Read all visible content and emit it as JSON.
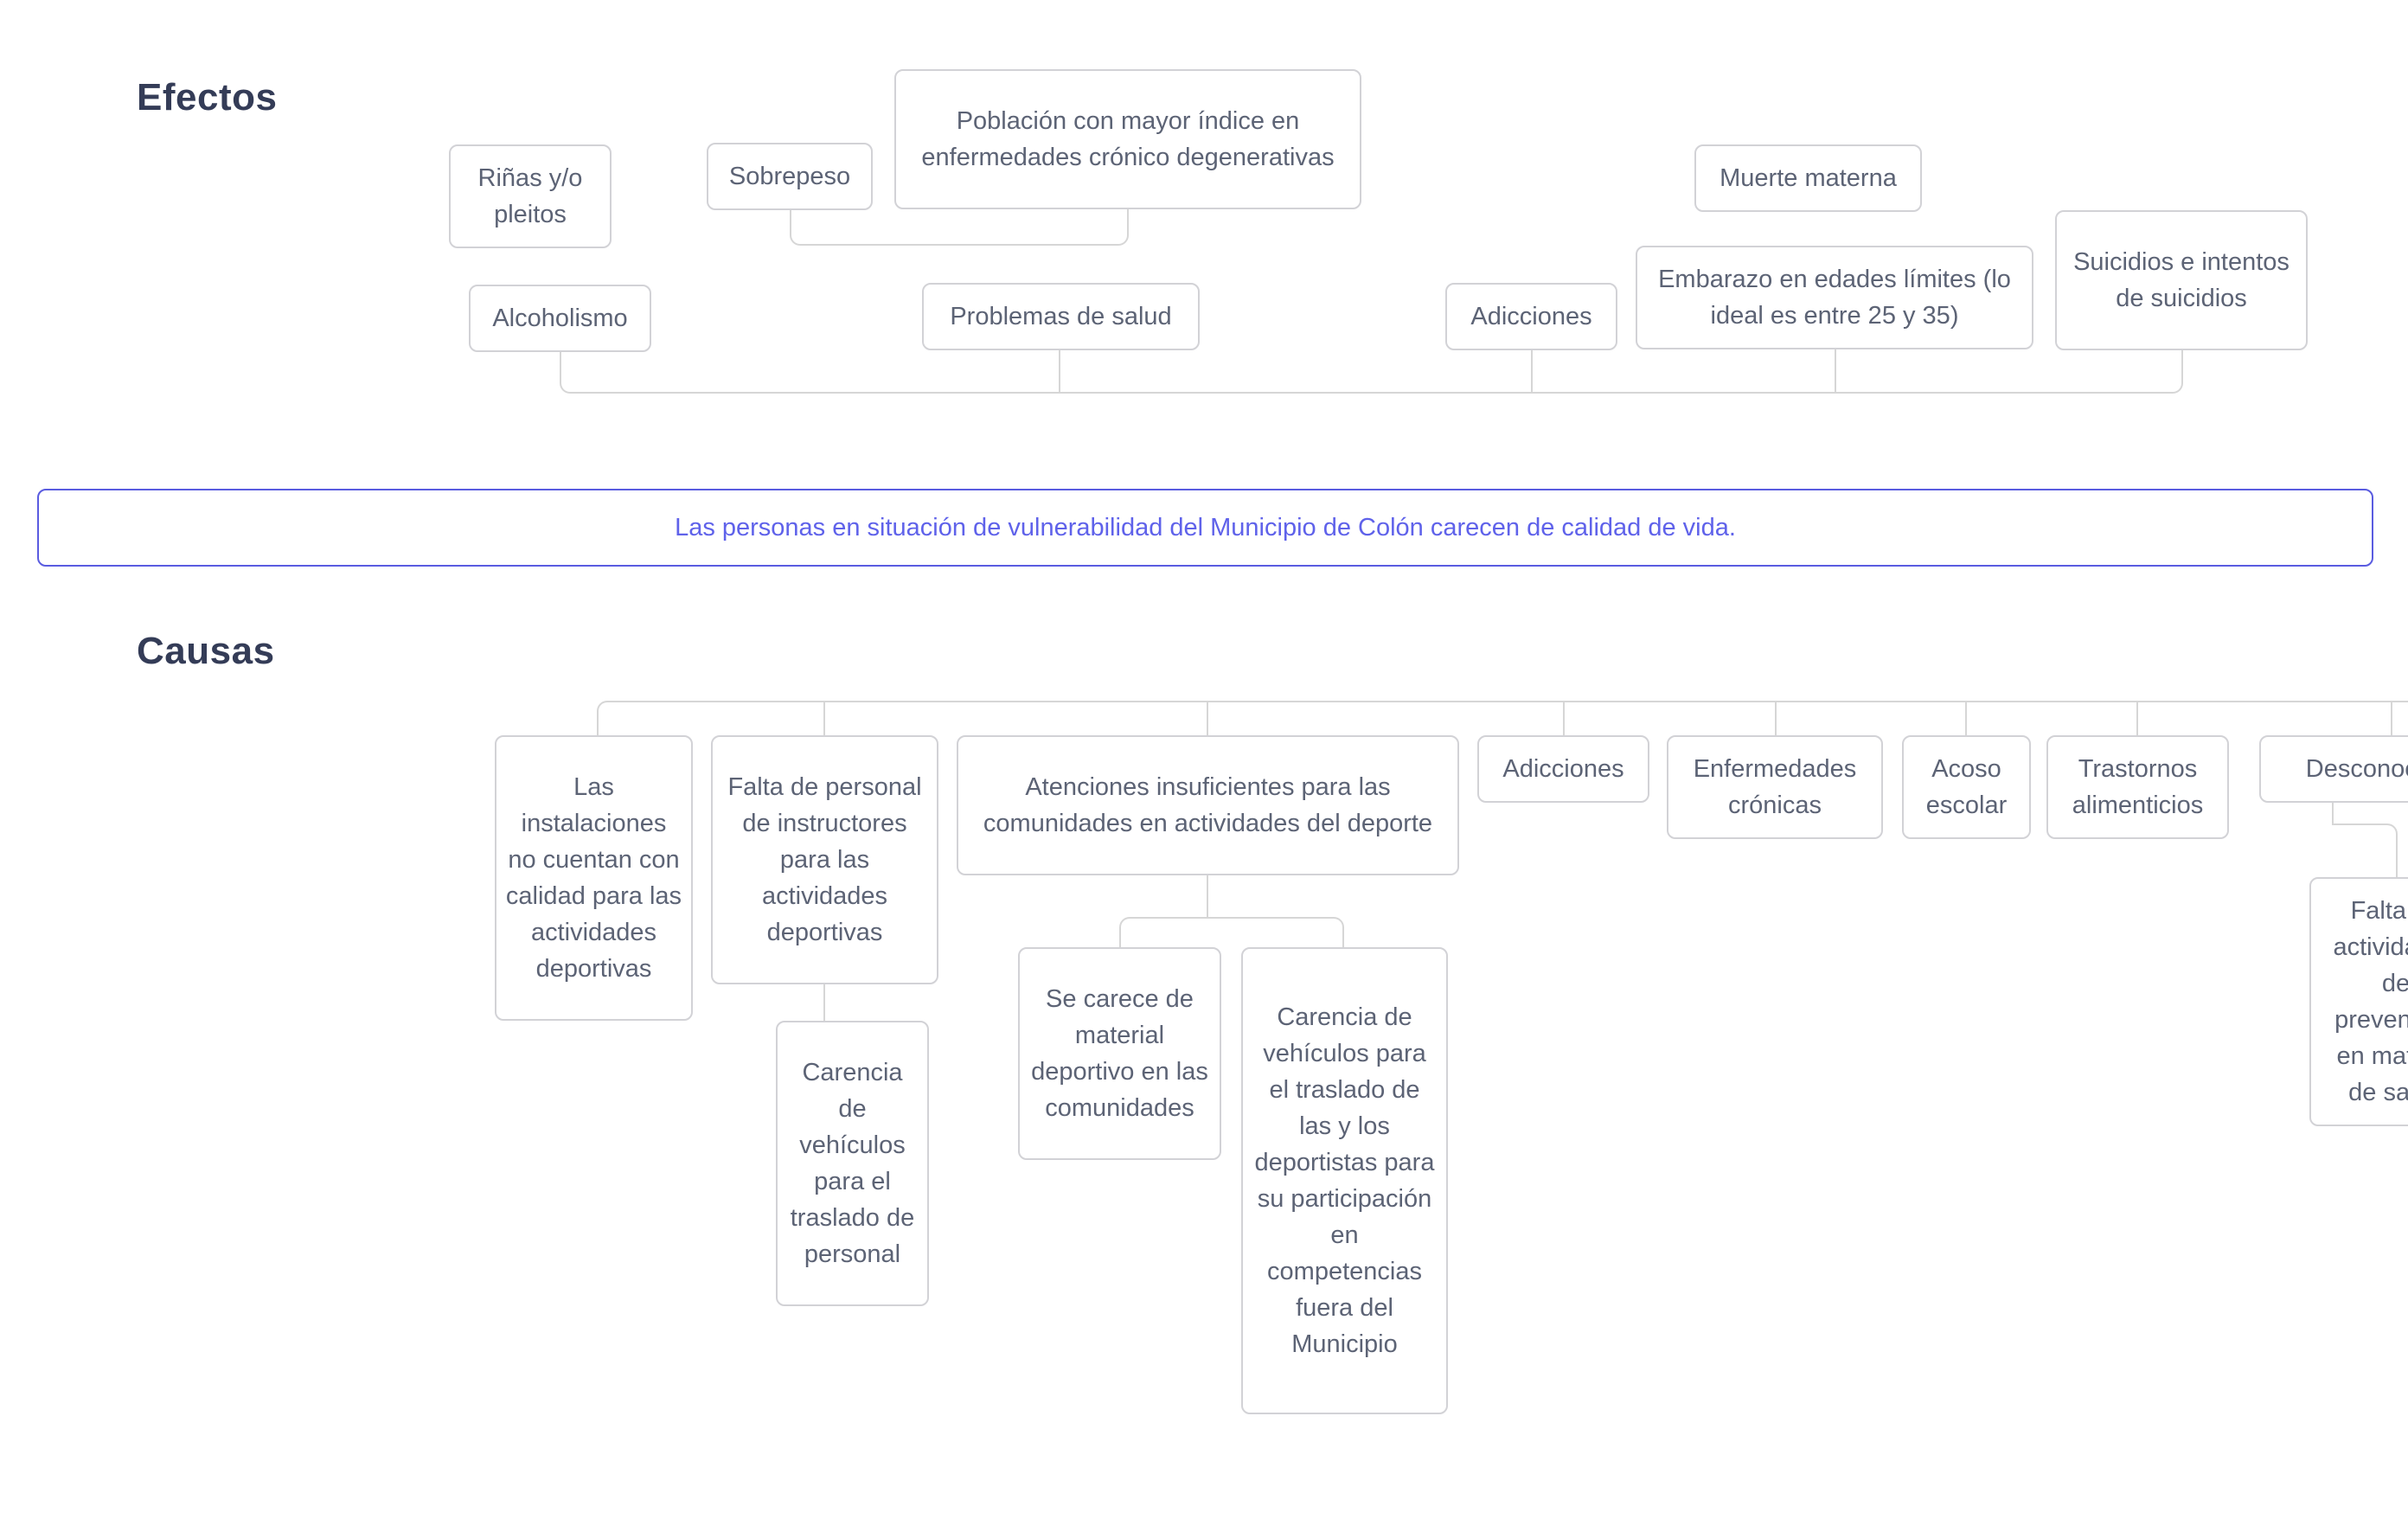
{
  "headings": {
    "effects": "Efectos",
    "causes": "Causas"
  },
  "problem_statement": {
    "label": "Las personas en situación de vulnerabilidad del Municipio de Colón carecen de calidad de vida."
  },
  "effects": {
    "rinas": {
      "label": "Riñas y/o pleitos"
    },
    "sobrepeso": {
      "label": "Sobrepeso"
    },
    "poblacion": {
      "label": "Población con mayor índice en enfermedades crónico degenerativas"
    },
    "muerte": {
      "label": "Muerte materna"
    },
    "alcoholismo": {
      "label": "Alcoholismo"
    },
    "problemas": {
      "label": "Problemas de salud"
    },
    "adicciones": {
      "label": "Adicciones"
    },
    "embarazo": {
      "label": "Embarazo en edades límites (lo ideal es entre 25 y 35)"
    },
    "suicidios": {
      "label": "Suicidios e intentos de suicidios"
    }
  },
  "causes": {
    "instalaciones": {
      "label": "Las instalaciones no cuentan con calidad para las actividades deportivas"
    },
    "falta_personal": {
      "label": "Falta de personal de instructores para las actividades deportivas"
    },
    "atenciones": {
      "label": "Atenciones insuficientes para las comunidades en actividades del deporte"
    },
    "adicciones": {
      "label": "Adicciones"
    },
    "enfermedades": {
      "label": "Enfermedades crónicas"
    },
    "acoso": {
      "label": "Acoso escolar"
    },
    "trastornos": {
      "label": "Trastornos alimenticios"
    },
    "desconocimiento": {
      "label": "Desconocimiento"
    },
    "carencia_vehiculos_personal": {
      "label": "Carencia de vehículos para el traslado de personal"
    },
    "material_deportivo": {
      "label": "Se carece de material deportivo en las comunidades"
    },
    "carencia_vehiculos_deportistas": {
      "label": "Carencia de vehículos para el traslado de las y los deportistas para su participación en competencias fuera del Municipio"
    },
    "falta_prevencion": {
      "label": "Falta de actividades de prevención en materia de salud"
    }
  },
  "colors": {
    "background": "#ffffff",
    "node_border": "#d2d2d6",
    "node_text": "#5c6375",
    "heading_text": "#343c57",
    "connector": "#d6d6d6",
    "accent_border": "#5a5ce0",
    "accent_text": "#5f62ea"
  }
}
